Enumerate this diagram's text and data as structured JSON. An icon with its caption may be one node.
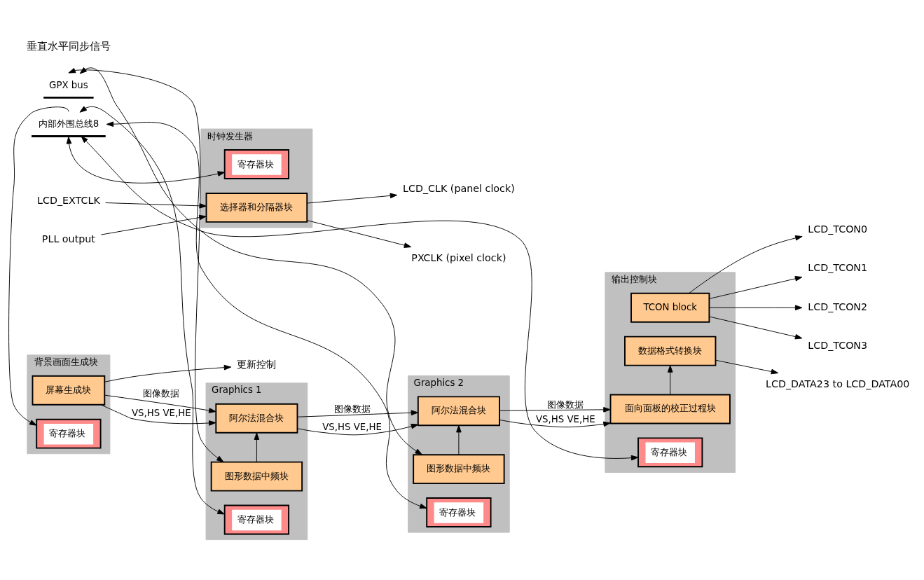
{
  "diagram": {
    "nodes": [
      {
        "text": [
          "GPX bus"
        ]
      },
      {
        "text": [
          "背景画面生成块"
        ]
      },
      {
        "text": [
          "屏幕生成块"
        ],
        "in": 1
      },
      {
        "text": [
          "寄存器块"
        ],
        "in": 1
      },
      {
        "text": [
          "Graphics 1"
        ]
      },
      {
        "text": [
          "图形数据中频块"
        ],
        "in": 4
      },
      {
        "text": [
          "阿尔法混合块"
        ],
        "in": 4
      },
      {
        "text": [
          "寄存器块"
        ],
        "in": 4
      },
      {
        "text": [
          "Graphics 2"
        ]
      },
      {
        "text": [
          "图形数据中频块"
        ],
        "in": 8
      },
      {
        "text": [
          "阿尔法混合块"
        ],
        "in": 8
      },
      {
        "text": [
          "寄存器块"
        ],
        "in": 8
      },
      {
        "text": [
          "输出控制块"
        ]
      },
      {
        "text": [
          "TCON block"
        ],
        "in": 12
      },
      {
        "text": [
          "数据格式转换块"
        ],
        "in": 12
      },
      {
        "text": [
          "面向面板的校正过程块"
        ],
        "in": 12
      },
      {
        "text": [
          "寄存器块"
        ],
        "in": 12
      },
      {
        "text": [
          "内部外围总线8"
        ]
      },
      {
        "text": [
          "时钟发生器"
        ]
      },
      {
        "text": [
          "寄存器块"
        ],
        "in": 18
      },
      {
        "text": [
          "选择器和分隔器块"
        ],
        "in": 18
      },
      {
        "text": [
          "LCD_TCON0"
        ]
      },
      {
        "text": [
          "LCD_TCON1"
        ]
      },
      {
        "text": [
          "LCD_TCON2"
        ]
      },
      {
        "text": [
          "LCD_TCON3"
        ]
      },
      {
        "text": [
          "LCD_DATA23 to LCD_DATA00"
        ]
      },
      {
        "text": [
          "PXCLK (pixel clock)"
        ]
      },
      {
        "text": [
          "LCD_CLK (panel clock)"
        ]
      },
      {
        "text": [
          "LCD_EXTCLK"
        ]
      },
      {
        "text": [
          "PLL output"
        ]
      },
      {
        "text": [
          "更新控制"
        ]
      }
    ],
    "edges": [
      {
        "from": 0,
        "to": 5,
        "arrow": "both"
      },
      {
        "from": 0,
        "to": 9,
        "arrow": "both"
      },
      {
        "from": 5,
        "to": 6,
        "arrow": "to"
      },
      {
        "from": 9,
        "to": 10,
        "arrow": "to"
      },
      {
        "from": 2,
        "to": 6,
        "arrow": "to",
        "label": "VS,HS VE,HE"
      },
      {
        "from": 2,
        "to": 6,
        "arrow": "to",
        "label": "图像数据"
      },
      {
        "from": 6,
        "to": 10,
        "arrow": "to",
        "label": "VS,HS VE,HE"
      },
      {
        "from": 6,
        "to": 10,
        "arrow": "to",
        "label": "图像数据"
      },
      {
        "from": 10,
        "to": 15,
        "arrow": "to",
        "label": "VS,HS VE,HE"
      },
      {
        "from": 10,
        "to": 15,
        "arrow": "to",
        "label": "图像数据"
      },
      {
        "from": 2,
        "to": 30,
        "arrow": "to"
      },
      {
        "from": 15,
        "to": 14,
        "arrow": "to"
      },
      {
        "from": 13,
        "to": 21,
        "arrow": "to"
      },
      {
        "from": 13,
        "to": 22,
        "arrow": "to"
      },
      {
        "from": 13,
        "to": 23,
        "arrow": "to"
      },
      {
        "from": 13,
        "to": 24,
        "arrow": "to"
      },
      {
        "from": 14,
        "to": 25,
        "arrow": "to"
      },
      {
        "from": 17,
        "to": 3,
        "arrow": "to"
      },
      {
        "from": 17,
        "to": 7,
        "arrow": "both"
      },
      {
        "from": 17,
        "to": 11,
        "arrow": "both"
      },
      {
        "from": 17,
        "to": 16,
        "arrow": "both"
      },
      {
        "from": 17,
        "to": 19,
        "arrow": "both"
      },
      {
        "from": 20,
        "to": 26,
        "arrow": "to"
      },
      {
        "from": 20,
        "to": 27,
        "arrow": "to"
      },
      {
        "from": 28,
        "to": 20,
        "arrow": "to"
      },
      {
        "from": 29,
        "to": 20,
        "arrow": "to"
      }
    ],
    "labels": [
      "垂直水平同步信号"
    ]
  }
}
